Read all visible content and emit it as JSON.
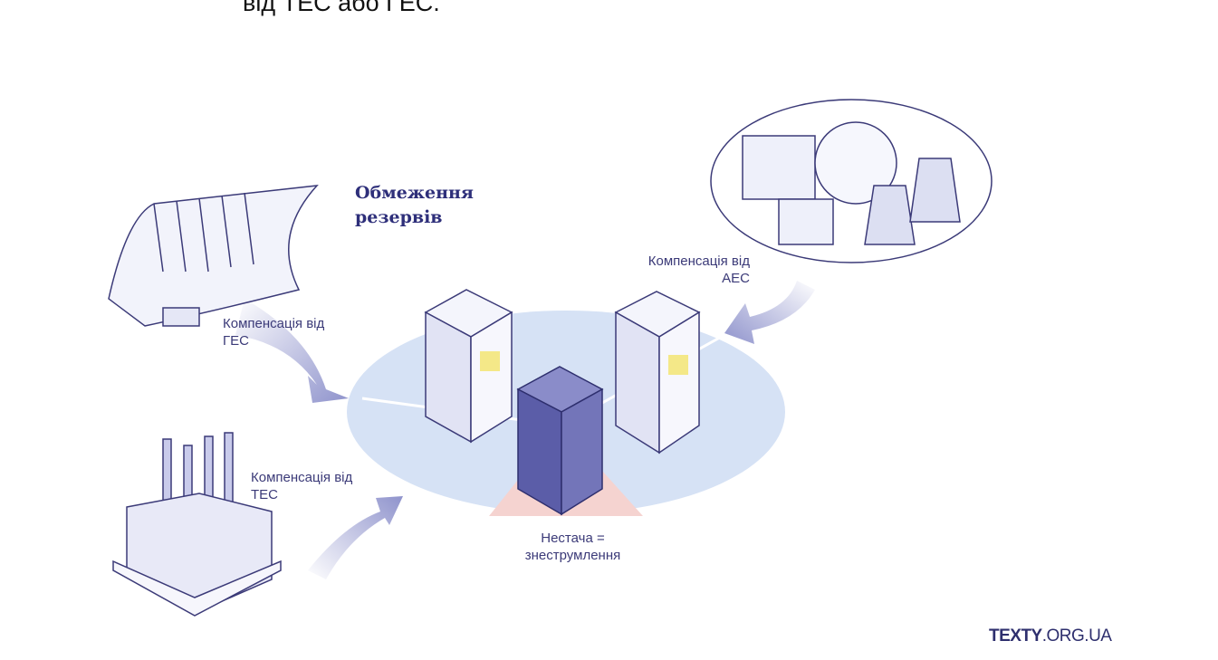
{
  "paragraph_tail": "від ТЕС або ГЕС.",
  "diagram": {
    "title_line1": "Обмеження",
    "title_line2": "резервів",
    "hes_label_1": "Компенсація від",
    "hes_label_2": "ГЕС",
    "tes_label_1": "Компенсація від",
    "tes_label_2": "ТЕС",
    "aes_label_1": "Компенсація від",
    "aes_label_2": "АЕС",
    "shortage_1": "Нестача =",
    "shortage_2": "знеструмлення"
  },
  "logo": {
    "bold": "TEXTY",
    "rest": ".ORG.UA"
  },
  "colors": {
    "ink": "#3b3a78",
    "ellipse": "#d6e2f5",
    "shortage": "#f5d3d0",
    "highlight": "#f3e36a"
  }
}
